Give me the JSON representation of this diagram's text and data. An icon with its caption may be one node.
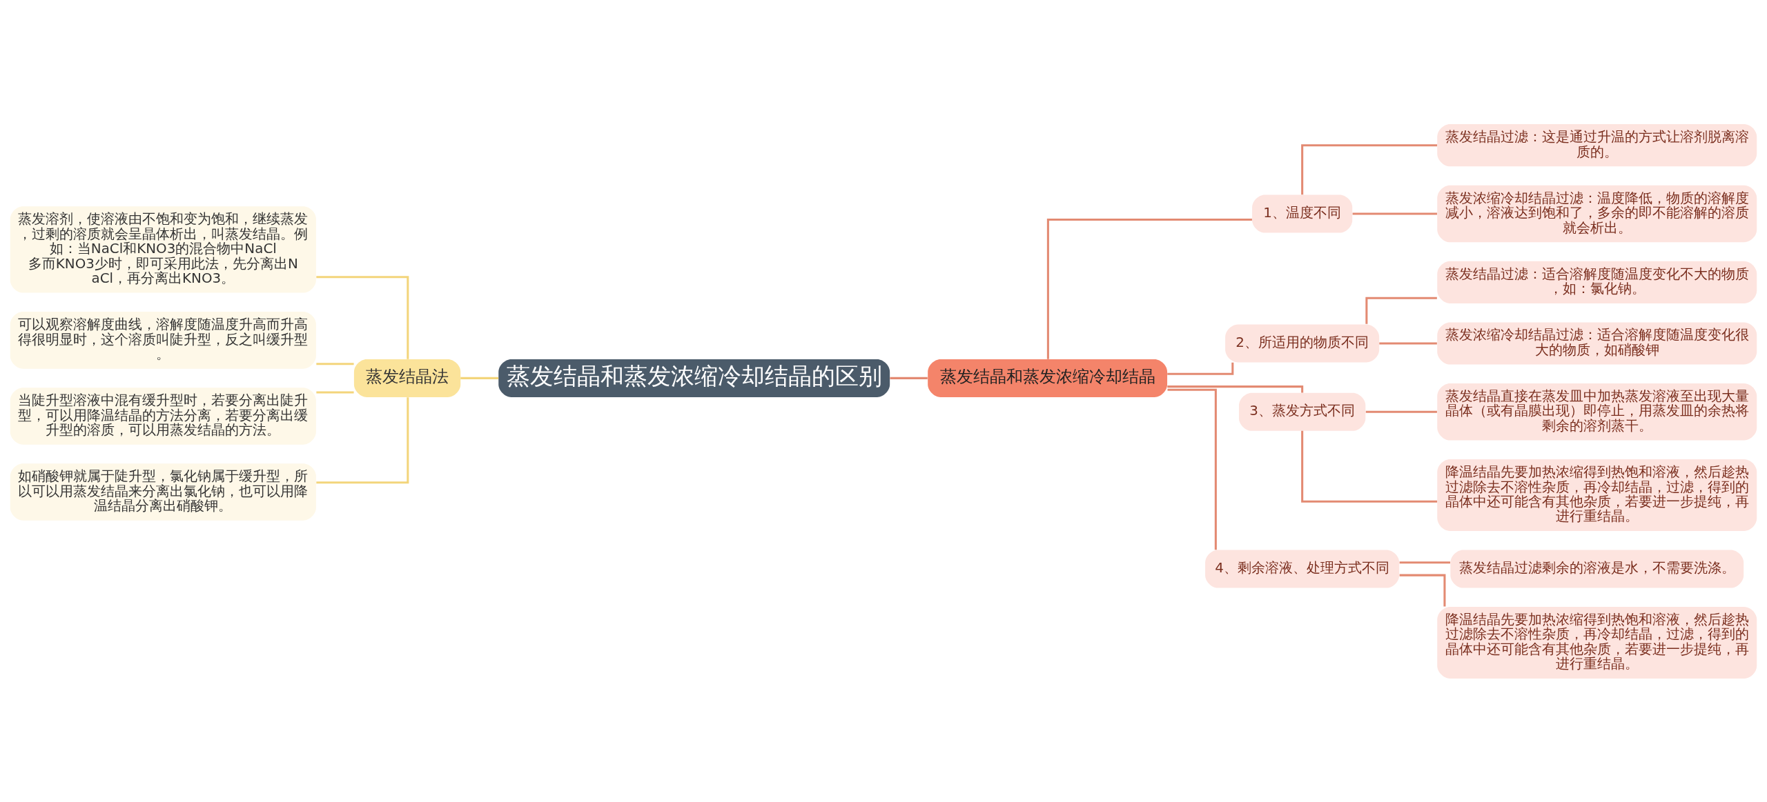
{
  "diagram": {
    "nodes": [
      {
        "text": [
          "蒸发结晶和蒸发浓缩冷却结晶的区别"
        ]
      },
      {
        "text": [
          "蒸发结晶法"
        ]
      },
      {
        "text": [
          "蒸发溶剂，使溶液由不饱和变为饱和，继续蒸发，过剩的溶质就会呈晶体析出，叫蒸发结晶。例如：当NaCl和KNO3的混合物中NaCl多而KNO3少时，即可采用此法，先分离出NaCl，再分离出KNO3。"
        ]
      },
      {
        "text": [
          "可以观察溶解度曲线，溶解度随温度升高而升高得很明显时，这个溶质叫陡升型，反之叫缓升型。"
        ]
      },
      {
        "text": [
          "当陡升型溶液中混有缓升型时，若要分离出陡升型，可以用降温结晶的方法分离，若要分离出缓升型的溶质，可以用蒸发结晶的方法。"
        ]
      },
      {
        "text": [
          "如硝酸钾就属于陡升型，氯化钠属于缓升型，所以可以用蒸发结晶来分离出氯化钠，也可以用降温结晶分离出硝酸钾。"
        ]
      },
      {
        "text": [
          "蒸发结晶和蒸发浓缩冷却结晶"
        ]
      },
      {
        "text": [
          "1、温度不同"
        ]
      },
      {
        "text": [
          "蒸发结晶过滤：这是通过升温的方式让溶剂脱离溶质的。"
        ]
      },
      {
        "text": [
          "蒸发浓缩冷却结晶过滤：温度降低，物质的溶解度减小，溶液达到饱和了，多余的即不能溶解的溶质就会析出。"
        ]
      },
      {
        "text": [
          "2、所适用的物质不同"
        ]
      },
      {
        "text": [
          "蒸发结晶过滤：适合溶解度随温度变化不大的物质，如：氯化钠。"
        ]
      },
      {
        "text": [
          "蒸发浓缩冷却结晶过滤：适合溶解度随温度变化很大的物质，如硝酸钾"
        ]
      },
      {
        "text": [
          "3、蒸发方式不同"
        ]
      },
      {
        "text": [
          "蒸发结晶直接在蒸发皿中加热蒸发溶液至出现大量晶体（或有晶膜出现）即停止，用蒸发皿的余热将剩余的溶剂蒸干。"
        ]
      },
      {
        "text": [
          "降温结晶先要加热浓缩得到热饱和溶液，然后趁热过滤除去不溶性杂质，再冷却结晶，过滤，得到的晶体中还可能含有其他杂质，若要进一步提纯，再进行重结晶。"
        ]
      },
      {
        "text": [
          "4、剩余溶液、处理方式不同"
        ]
      },
      {
        "text": [
          "蒸发结晶过滤剩余的溶液是水，不需要洗涤。"
        ]
      },
      {
        "text": [
          "降温结晶先要加热浓缩得到热饱和溶液，然后趁热过滤除去不溶性杂质，再冷却结晶，过滤，得到的晶体中还可能含有其他杂质，若要进一步提纯，再进行重结晶。"
        ]
      }
    ],
    "edges": [
      {
        "from": 0,
        "to": 1,
        "arrow": "none",
        "color": "#f3d57b"
      },
      {
        "from": 1,
        "to": 2,
        "arrow": "none",
        "color": "#f3d57b"
      },
      {
        "from": 1,
        "to": 3,
        "arrow": "none",
        "color": "#f3d57b"
      },
      {
        "from": 1,
        "to": 4,
        "arrow": "none",
        "color": "#f3d57b"
      },
      {
        "from": 1,
        "to": 5,
        "arrow": "none",
        "color": "#f3d57b"
      },
      {
        "from": 0,
        "to": 6,
        "arrow": "none"
      },
      {
        "from": 6,
        "to": 7,
        "arrow": "none"
      },
      {
        "from": 7,
        "to": 8,
        "arrow": "none"
      },
      {
        "from": 7,
        "to": 9,
        "arrow": "none"
      },
      {
        "from": 6,
        "to": 10,
        "arrow": "none"
      },
      {
        "from": 10,
        "to": 11,
        "arrow": "none"
      },
      {
        "from": 10,
        "to": 12,
        "arrow": "none"
      },
      {
        "from": 6,
        "to": 13,
        "arrow": "none"
      },
      {
        "from": 13,
        "to": 14,
        "arrow": "none"
      },
      {
        "from": 13,
        "to": 15,
        "arrow": "none"
      },
      {
        "from": 6,
        "to": 16,
        "arrow": "none"
      },
      {
        "from": 16,
        "to": 17,
        "arrow": "none"
      },
      {
        "from": 16,
        "to": 18,
        "arrow": "none"
      }
    ]
  }
}
